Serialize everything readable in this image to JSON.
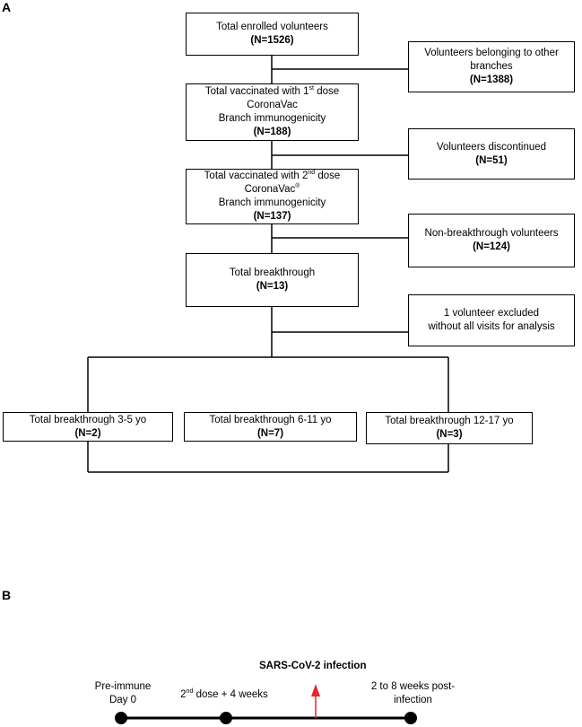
{
  "panel_a": {
    "label": "A",
    "enrolled": {
      "line1": "Total enrolled volunteers",
      "n": "(N=1526)"
    },
    "other_branches": {
      "line1": "Volunteers belonging to other",
      "line2": "branches",
      "n": "(N=1388)"
    },
    "dose1": {
      "line1_pre": "Total vaccinated with 1",
      "line1_sup": "st",
      "line1_post": " dose",
      "line2": "CoronaVac",
      "line3": "Branch immunogenicity",
      "n": "(N=188)"
    },
    "discontinued": {
      "line1": "Volunteers discontinued",
      "n": "(N=51)"
    },
    "dose2": {
      "line1_pre": "Total vaccinated with 2",
      "line1_sup": "nd",
      "line1_post": " dose",
      "line2_pre": "CoronaVac",
      "line2_sup": "®",
      "line3": "Branch immunogenicity",
      "n": "(N=137)"
    },
    "non_breakthrough": {
      "line1": "Non-breakthrough volunteers",
      "n": "(N=124)"
    },
    "breakthrough": {
      "line1": "Total breakthrough",
      "n": "(N=13)"
    },
    "excluded": {
      "line1": "1 volunteer excluded",
      "line2": "without all visits for analysis"
    },
    "age_3_5": {
      "line1": "Total breakthrough  3-5 yo",
      "n": "(N=2)"
    },
    "age_6_11": {
      "line1": "Total breakthrough 6-11 yo",
      "n": "(N=7)"
    },
    "age_12_17": {
      "line1": "Total breakthrough 12-17 yo",
      "n": "(N=3)"
    }
  },
  "panel_b": {
    "label": "B",
    "infection": "SARS-CoV-2 infection",
    "pre_immune": {
      "line1": "Pre-immune",
      "line2": "Day 0"
    },
    "second_dose": {
      "pre": "2",
      "sup": "nd",
      "post": " dose + 4 weeks"
    },
    "post_infection": {
      "line1": "2 to 8 weeks post-",
      "line2": "infection"
    }
  },
  "colors": {
    "line": "#000000",
    "arrow": "#e8262b"
  }
}
